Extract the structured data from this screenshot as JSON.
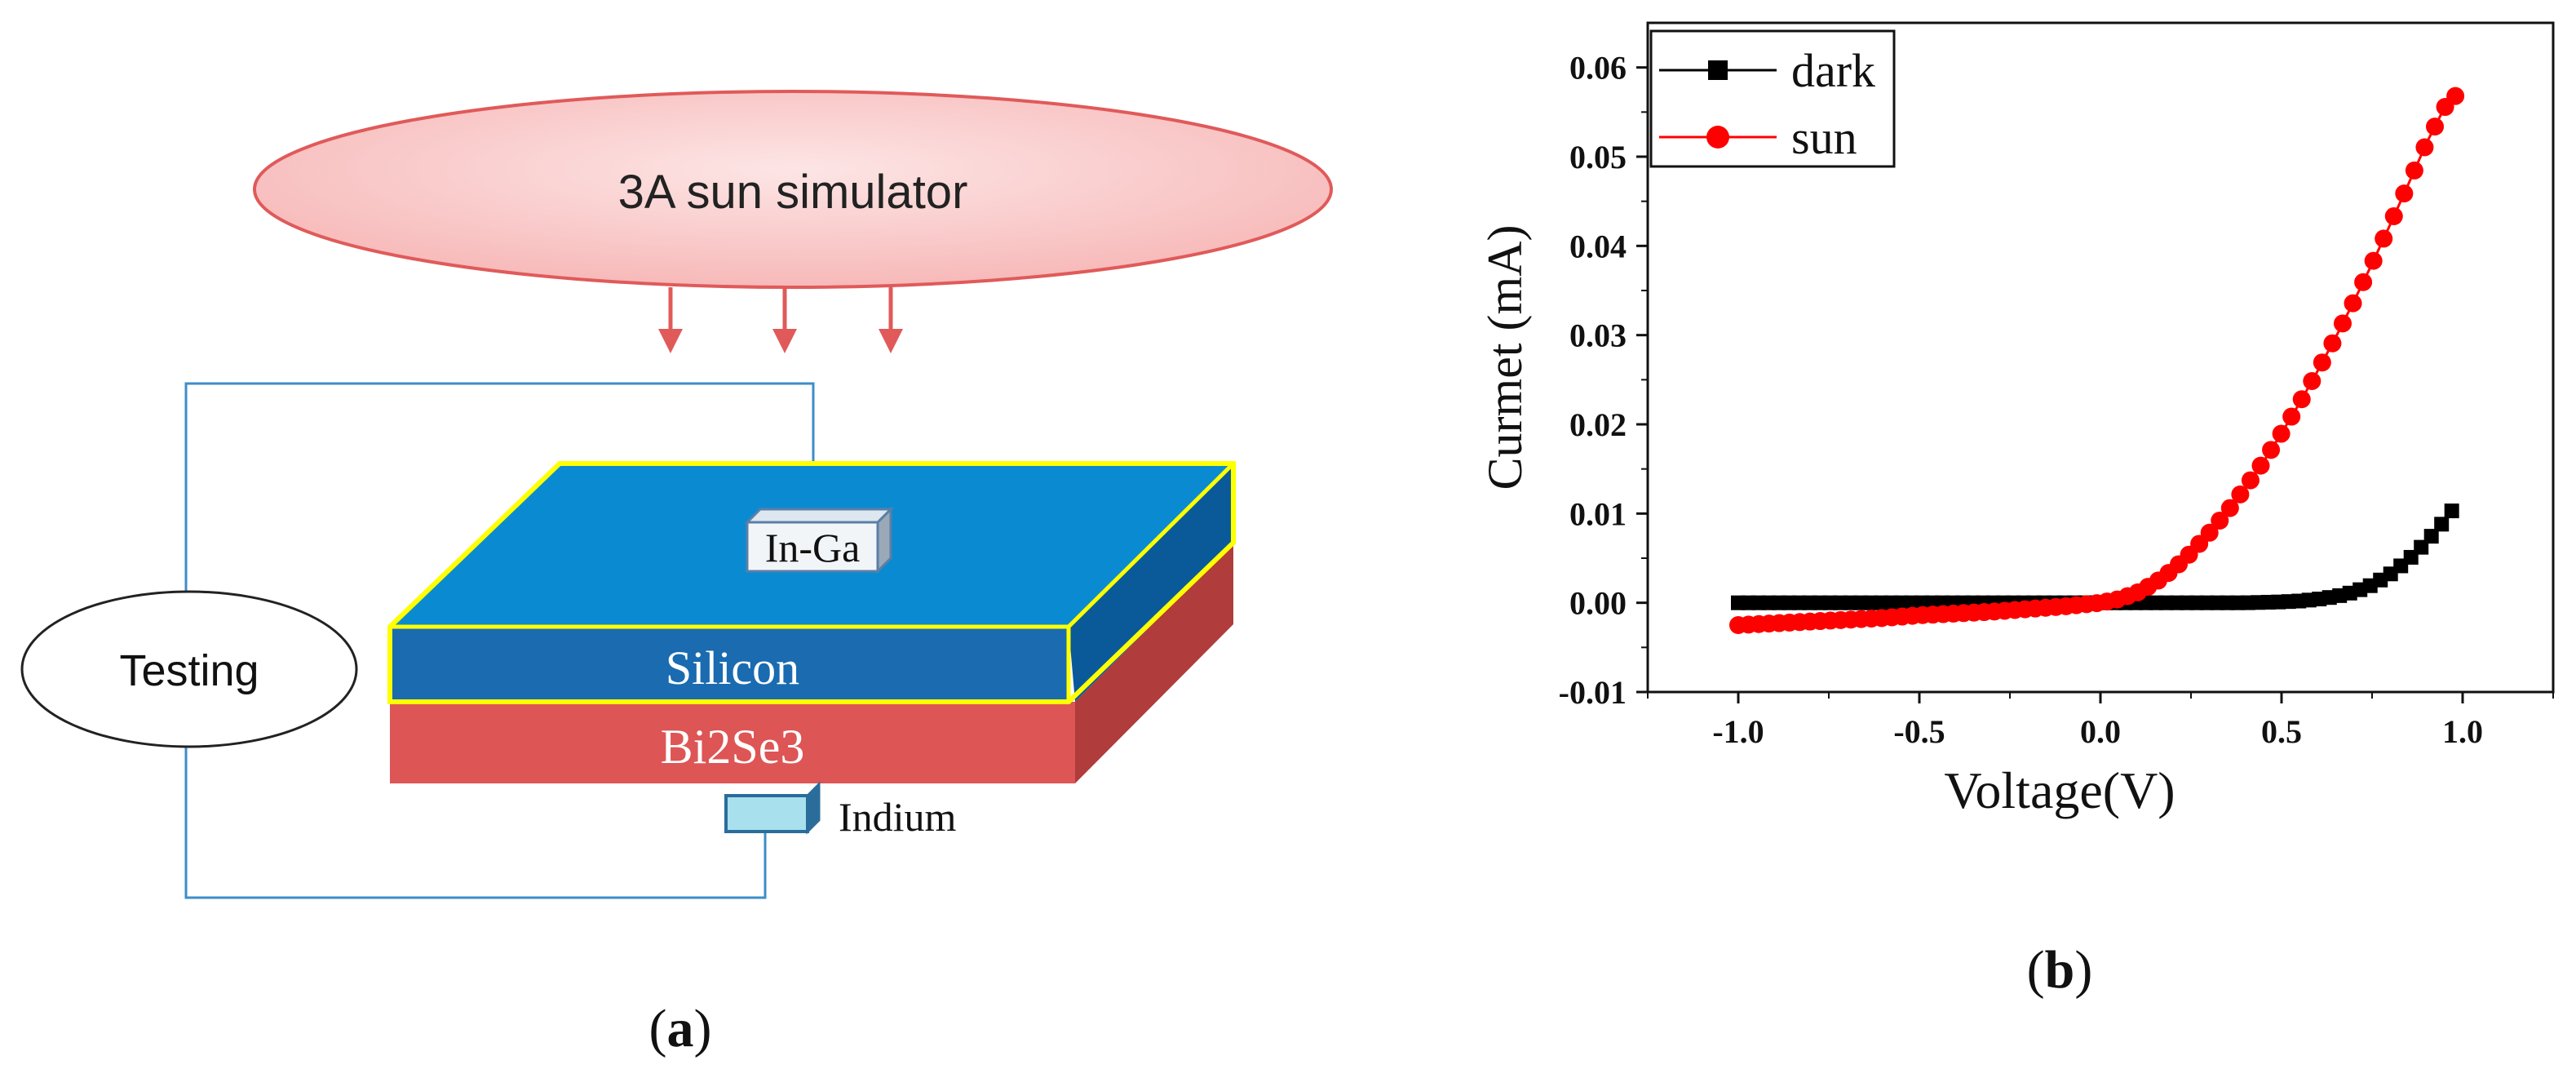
{
  "panel_a": {
    "simulator_label": "3A sun simulator",
    "testing_label": "Testing",
    "contact_top_label": "In-Ga",
    "layer_top_label": "Silicon",
    "layer_bottom_label": "Bi2Se3",
    "contact_bottom_label": "Indium",
    "caption_letter": "a",
    "colors": {
      "simulator_fill": "#f9c5c5",
      "simulator_stroke": "#e05a5a",
      "arrow": "#e05a5a",
      "wire": "#3c8ec9",
      "silicon_face": "#1a6bb0",
      "silicon_top": "#0a8bd1",
      "silicon_side": "#0a5a9a",
      "silicon_outline": "#ffff00",
      "bi2se3_front": "#dd5555",
      "bi2se3_side": "#b03c3c"
    }
  },
  "panel_b": {
    "caption_letter": "b"
  },
  "chart_data": {
    "type": "line",
    "title": "",
    "xlabel": "Voltage(V)",
    "ylabel": "Curmet (mA)",
    "xlim": [
      -1.25,
      1.25
    ],
    "ylim": [
      -0.01,
      0.065
    ],
    "xticks": [
      -1.0,
      -0.5,
      0.0,
      0.5,
      1.0
    ],
    "xtick_labels": [
      "-1.0",
      "-0.5",
      "0.0",
      "0.5",
      "1.0"
    ],
    "yticks": [
      -0.01,
      0.0,
      0.01,
      0.02,
      0.03,
      0.04,
      0.05,
      0.06
    ],
    "ytick_labels": [
      "-0.01",
      "0.00",
      "0.01",
      "0.02",
      "0.03",
      "0.04",
      "0.05",
      "0.06"
    ],
    "grid": false,
    "legend_position": "top-left",
    "series": [
      {
        "name": "dark",
        "color": "#000000",
        "marker": "square",
        "x": [
          -1.0,
          -0.9,
          -0.8,
          -0.7,
          -0.6,
          -0.5,
          -0.4,
          -0.3,
          -0.2,
          -0.1,
          0.0,
          0.1,
          0.2,
          0.3,
          0.4,
          0.5,
          0.55,
          0.6,
          0.65,
          0.7,
          0.75,
          0.8,
          0.85,
          0.9,
          0.95,
          0.97
        ],
        "y": [
          0.0,
          0.0,
          0.0,
          0.0,
          0.0,
          0.0,
          0.0,
          0.0,
          0.0,
          0.0,
          0.0,
          0.0,
          0.0,
          0.0,
          0.0,
          0.0001,
          0.0002,
          0.0004,
          0.0007,
          0.0012,
          0.002,
          0.0032,
          0.0048,
          0.0068,
          0.0092,
          0.0103
        ]
      },
      {
        "name": "sun",
        "color": "#ff0000",
        "marker": "circle",
        "x": [
          -1.0,
          -0.9,
          -0.8,
          -0.7,
          -0.6,
          -0.5,
          -0.4,
          -0.3,
          -0.2,
          -0.1,
          0.0,
          0.05,
          0.1,
          0.15,
          0.2,
          0.25,
          0.3,
          0.35,
          0.4,
          0.45,
          0.5,
          0.55,
          0.6,
          0.65,
          0.7,
          0.75,
          0.8,
          0.85,
          0.9,
          0.95,
          0.98
        ],
        "y": [
          -0.0025,
          -0.0023,
          -0.0021,
          -0.0019,
          -0.0017,
          -0.0014,
          -0.0012,
          -0.001,
          -0.0007,
          -0.0004,
          0.0,
          0.0004,
          0.0011,
          0.0022,
          0.0037,
          0.0056,
          0.0078,
          0.0102,
          0.0129,
          0.0158,
          0.019,
          0.0224,
          0.026,
          0.0298,
          0.0338,
          0.038,
          0.0424,
          0.0469,
          0.0515,
          0.0555,
          0.0568
        ]
      }
    ]
  }
}
